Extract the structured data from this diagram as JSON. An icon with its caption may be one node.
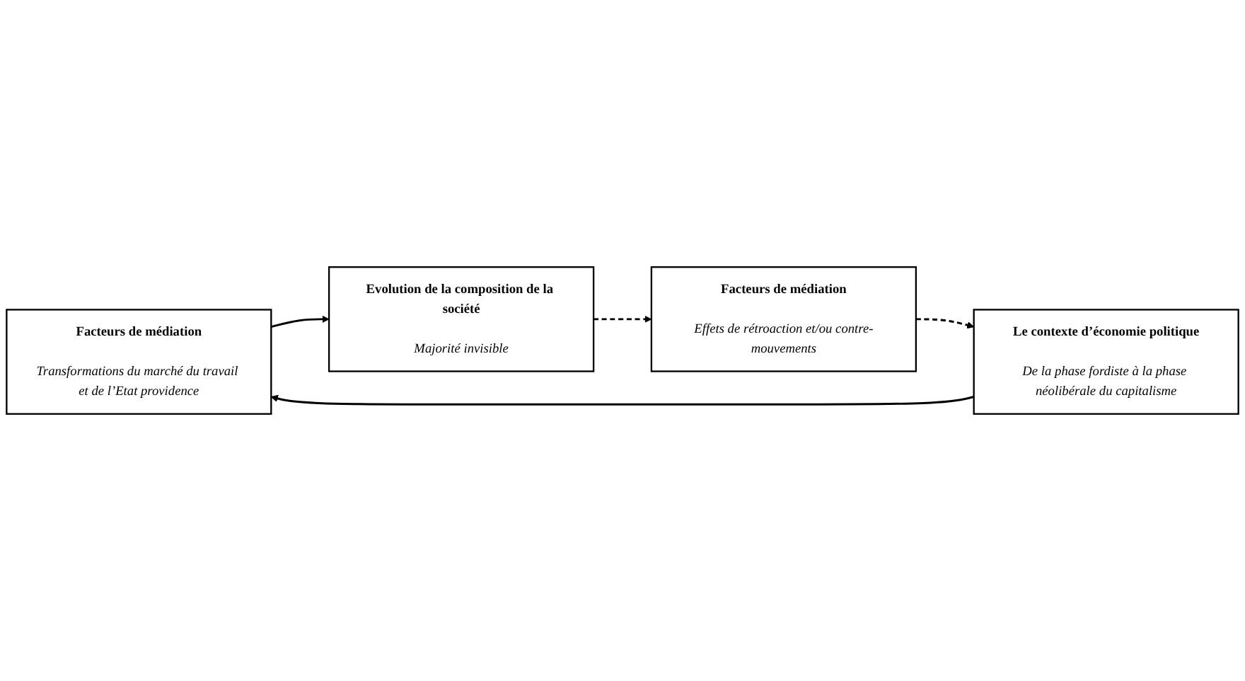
{
  "diagram": {
    "nodes": [
      {
        "text": [
          "Facteurs de médiation",
          "Transformations du marché du travail et de l’Etat providence"
        ]
      },
      {
        "text": [
          "Le contexte d’économie politique",
          "De la phase fordiste à la phase néolibérale du capitalisme"
        ]
      },
      {
        "text": [
          "Evolution de la composition de la société",
          "Majorité invisible"
        ]
      },
      {
        "text": [
          "Facteurs de médiation",
          "Effets de rétroaction et/ou contre-mouvements"
        ]
      }
    ],
    "edges": [
      {
        "from": 1,
        "to": 0,
        "arrow": "to"
      },
      {
        "from": 0,
        "to": 2,
        "arrow": "to"
      },
      {
        "from": 2,
        "to": 3,
        "arrow": "to",
        "style": "dashed"
      },
      {
        "from": 3,
        "to": 1,
        "arrow": "to",
        "style": "dashed"
      }
    ]
  }
}
